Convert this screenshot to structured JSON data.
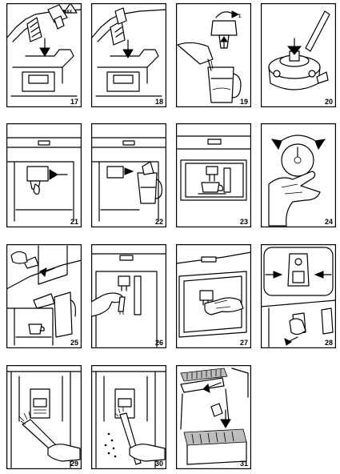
{
  "steps": [
    {
      "number": "17"
    },
    {
      "number": "18"
    },
    {
      "number": "19"
    },
    {
      "number": "20"
    },
    {
      "number": "21"
    },
    {
      "number": "22"
    },
    {
      "number": "23"
    },
    {
      "number": "24"
    },
    {
      "number": "25"
    },
    {
      "number": "26"
    },
    {
      "number": "27"
    },
    {
      "number": "28"
    },
    {
      "number": "29"
    },
    {
      "number": "30"
    },
    {
      "number": "31"
    }
  ],
  "labels": {
    "max_badge": "MAX",
    "dial_one": "1"
  }
}
